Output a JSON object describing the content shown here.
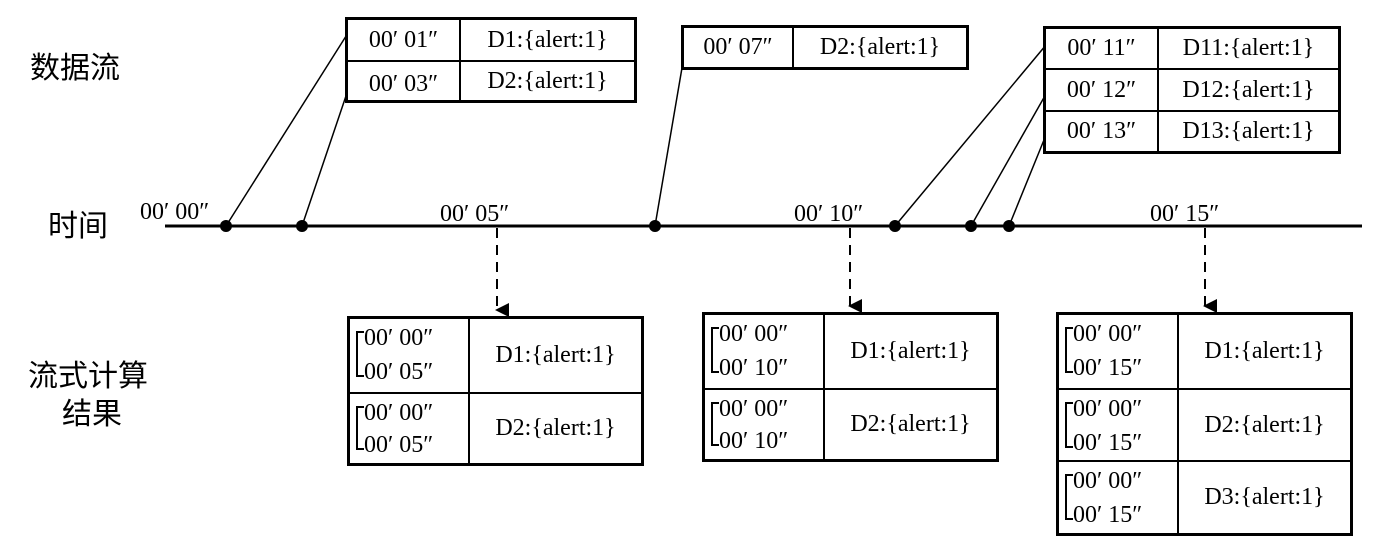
{
  "labels": {
    "data_stream": "数据流",
    "time": "时间",
    "stream_result_line1": "流式计算",
    "stream_result_line2": "结果"
  },
  "time_ticks": [
    "00′ 00″",
    "00′ 05″",
    "00′ 10″",
    "00′ 15″"
  ],
  "events": {
    "group1": [
      {
        "time": "00′ 01″",
        "payload": "D1:{alert:1}"
      },
      {
        "time": "00′ 03″",
        "payload": "D2:{alert:1}"
      }
    ],
    "group2": [
      {
        "time": "00′ 07″",
        "payload": "D2:{alert:1}"
      }
    ],
    "group3": [
      {
        "time": "00′ 11″",
        "payload": "D11:{alert:1}"
      },
      {
        "time": "00′ 12″",
        "payload": "D12:{alert:1}"
      },
      {
        "time": "00′ 13″",
        "payload": "D13:{alert:1}"
      }
    ]
  },
  "results": {
    "r5": [
      {
        "start": "00′ 00″",
        "end": "00′ 05″",
        "payload": "D1:{alert:1}"
      },
      {
        "start": "00′ 00″",
        "end": "00′ 05″",
        "payload": "D2:{alert:1}"
      }
    ],
    "r10": [
      {
        "start": "00′ 00″",
        "end": "00′ 10″",
        "payload": "D1:{alert:1}"
      },
      {
        "start": "00′ 00″",
        "end": "00′ 10″",
        "payload": "D2:{alert:1}"
      }
    ],
    "r15": [
      {
        "start": "00′ 00″",
        "end": "00′ 15″",
        "payload": "D1:{alert:1}"
      },
      {
        "start": "00′ 00″",
        "end": "00′ 15″",
        "payload": "D2:{alert:1}"
      },
      {
        "start": "00′ 00″",
        "end": "00′ 15″",
        "payload": "D3:{alert:1}"
      }
    ]
  }
}
